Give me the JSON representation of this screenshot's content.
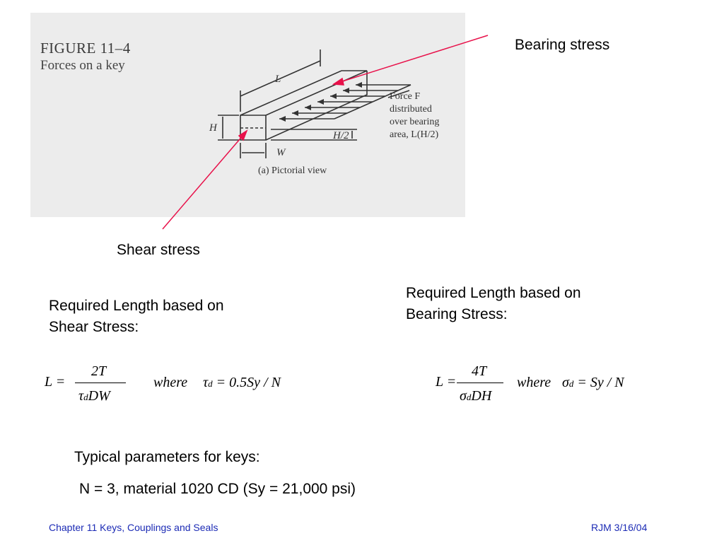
{
  "figure": {
    "title": "FIGURE 11–4",
    "subtitle": "Forces on a key",
    "label_L": "L",
    "label_H": "H",
    "label_H2": "H/2",
    "label_W": "W",
    "force_lines": [
      "Force F",
      "distributed",
      "over bearing",
      "area, L(H/2)"
    ],
    "caption": "(a) Pictorial view"
  },
  "callouts": {
    "bearing": "Bearing stress",
    "shear": "Shear stress"
  },
  "headings": {
    "shear_line1": "Required Length based on",
    "shear_line2": "Shear Stress:",
    "bearing_line1": "Required Length based on",
    "bearing_line2": "Bearing Stress:"
  },
  "eq_shear": {
    "lhs": "L =",
    "num": "2T",
    "den_sym": "τ",
    "den_sub": "d",
    "den_rest": "DW",
    "where": "where",
    "rhs_sym": "τ",
    "rhs_sub": "d",
    "rhs_rest": "= 0.5Sy / N"
  },
  "eq_bearing": {
    "lhs": "L =",
    "num": "4T",
    "den_sym": "σ",
    "den_sub": "d",
    "den_rest": "DH",
    "where": "where",
    "rhs_sym": "σ",
    "rhs_sub": "d",
    "rhs_rest": "= Sy / N"
  },
  "params": {
    "heading": "Typical parameters for  keys:",
    "line": "N = 3, material 1020 CD (Sy = 21,000 psi)"
  },
  "footer": {
    "left": "Chapter 11  Keys, Couplings and Seals",
    "right": "RJM  3/16/04"
  },
  "colors": {
    "arrow": "#e8114a",
    "footer": "#1c2bb5"
  }
}
